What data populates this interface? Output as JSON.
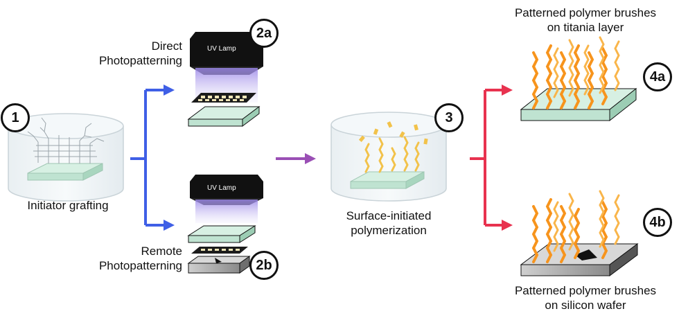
{
  "steps": {
    "s1": {
      "badge": "1",
      "label": "Initiator grafting"
    },
    "s2a": {
      "badge": "2a",
      "label_line1": "Direct",
      "label_line2": "Photopatterning",
      "lamp": "UV Lamp"
    },
    "s2b": {
      "badge": "2b",
      "label_line1": "Remote",
      "label_line2": "Photopatterning",
      "lamp": "UV Lamp"
    },
    "s3": {
      "badge": "3",
      "label_line1": "Surface-initiated",
      "label_line2": "polymerization"
    },
    "s4a": {
      "badge": "4a",
      "label_line1": "Patterned polymer brushes",
      "label_line2": "on titania layer"
    },
    "s4b": {
      "badge": "4b",
      "label_line1": "Patterned polymer brushes",
      "label_line2": "on silicon wafer"
    }
  },
  "colors": {
    "arrow_blue": "#3f5fe6",
    "arrow_purple": "#9a4fb5",
    "arrow_red": "#e8324f",
    "titania": "#cfeee0",
    "silicon": "#9a9a9a",
    "polymer": "#f7941d",
    "lamp": "#111111"
  }
}
